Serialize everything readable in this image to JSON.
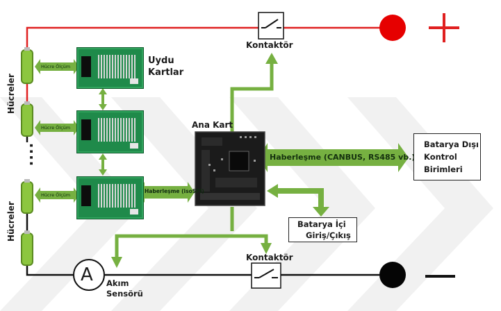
{
  "labels": {
    "hucreler_top": "Hücreler",
    "hucreler_bottom": "Hücreler",
    "dots": "....",
    "uydu_line1": "Uydu",
    "uydu_line2": "Kartlar",
    "ana_kart": "Ana Kart",
    "kontaktor_top": "Kontaktör",
    "kontaktor_bottom": "Kontaktör",
    "akim_line1": "Akım",
    "akim_line2": "Sensörü",
    "ammeter_symbol": "A",
    "plus": "+",
    "minus": "—"
  },
  "arrows": {
    "hucre_olcum_1": "Hücre Ölçüm",
    "hucre_olcum_2": "Hücre Ölçüm",
    "hucre_olcum_3": "Hücre Ölçüm",
    "haberlesme_isospi": "Haberleşme (isoSPI)",
    "haberlesme_can": "Haberleşme (CANBUS, RS485 vb.)"
  },
  "boxes": {
    "dis_line1": "Batarya Dışı",
    "dis_line2": "Kontrol",
    "dis_line3": "Birimleri",
    "ici_line1": "Batarya İçi",
    "ici_line2": "Giriş/Çıkış"
  },
  "colors": {
    "positive": "#e02020",
    "negative": "#000000",
    "arrow_green": "#76b041",
    "cell_green": "#8cc63f",
    "board_green": "#1f8a4a"
  }
}
